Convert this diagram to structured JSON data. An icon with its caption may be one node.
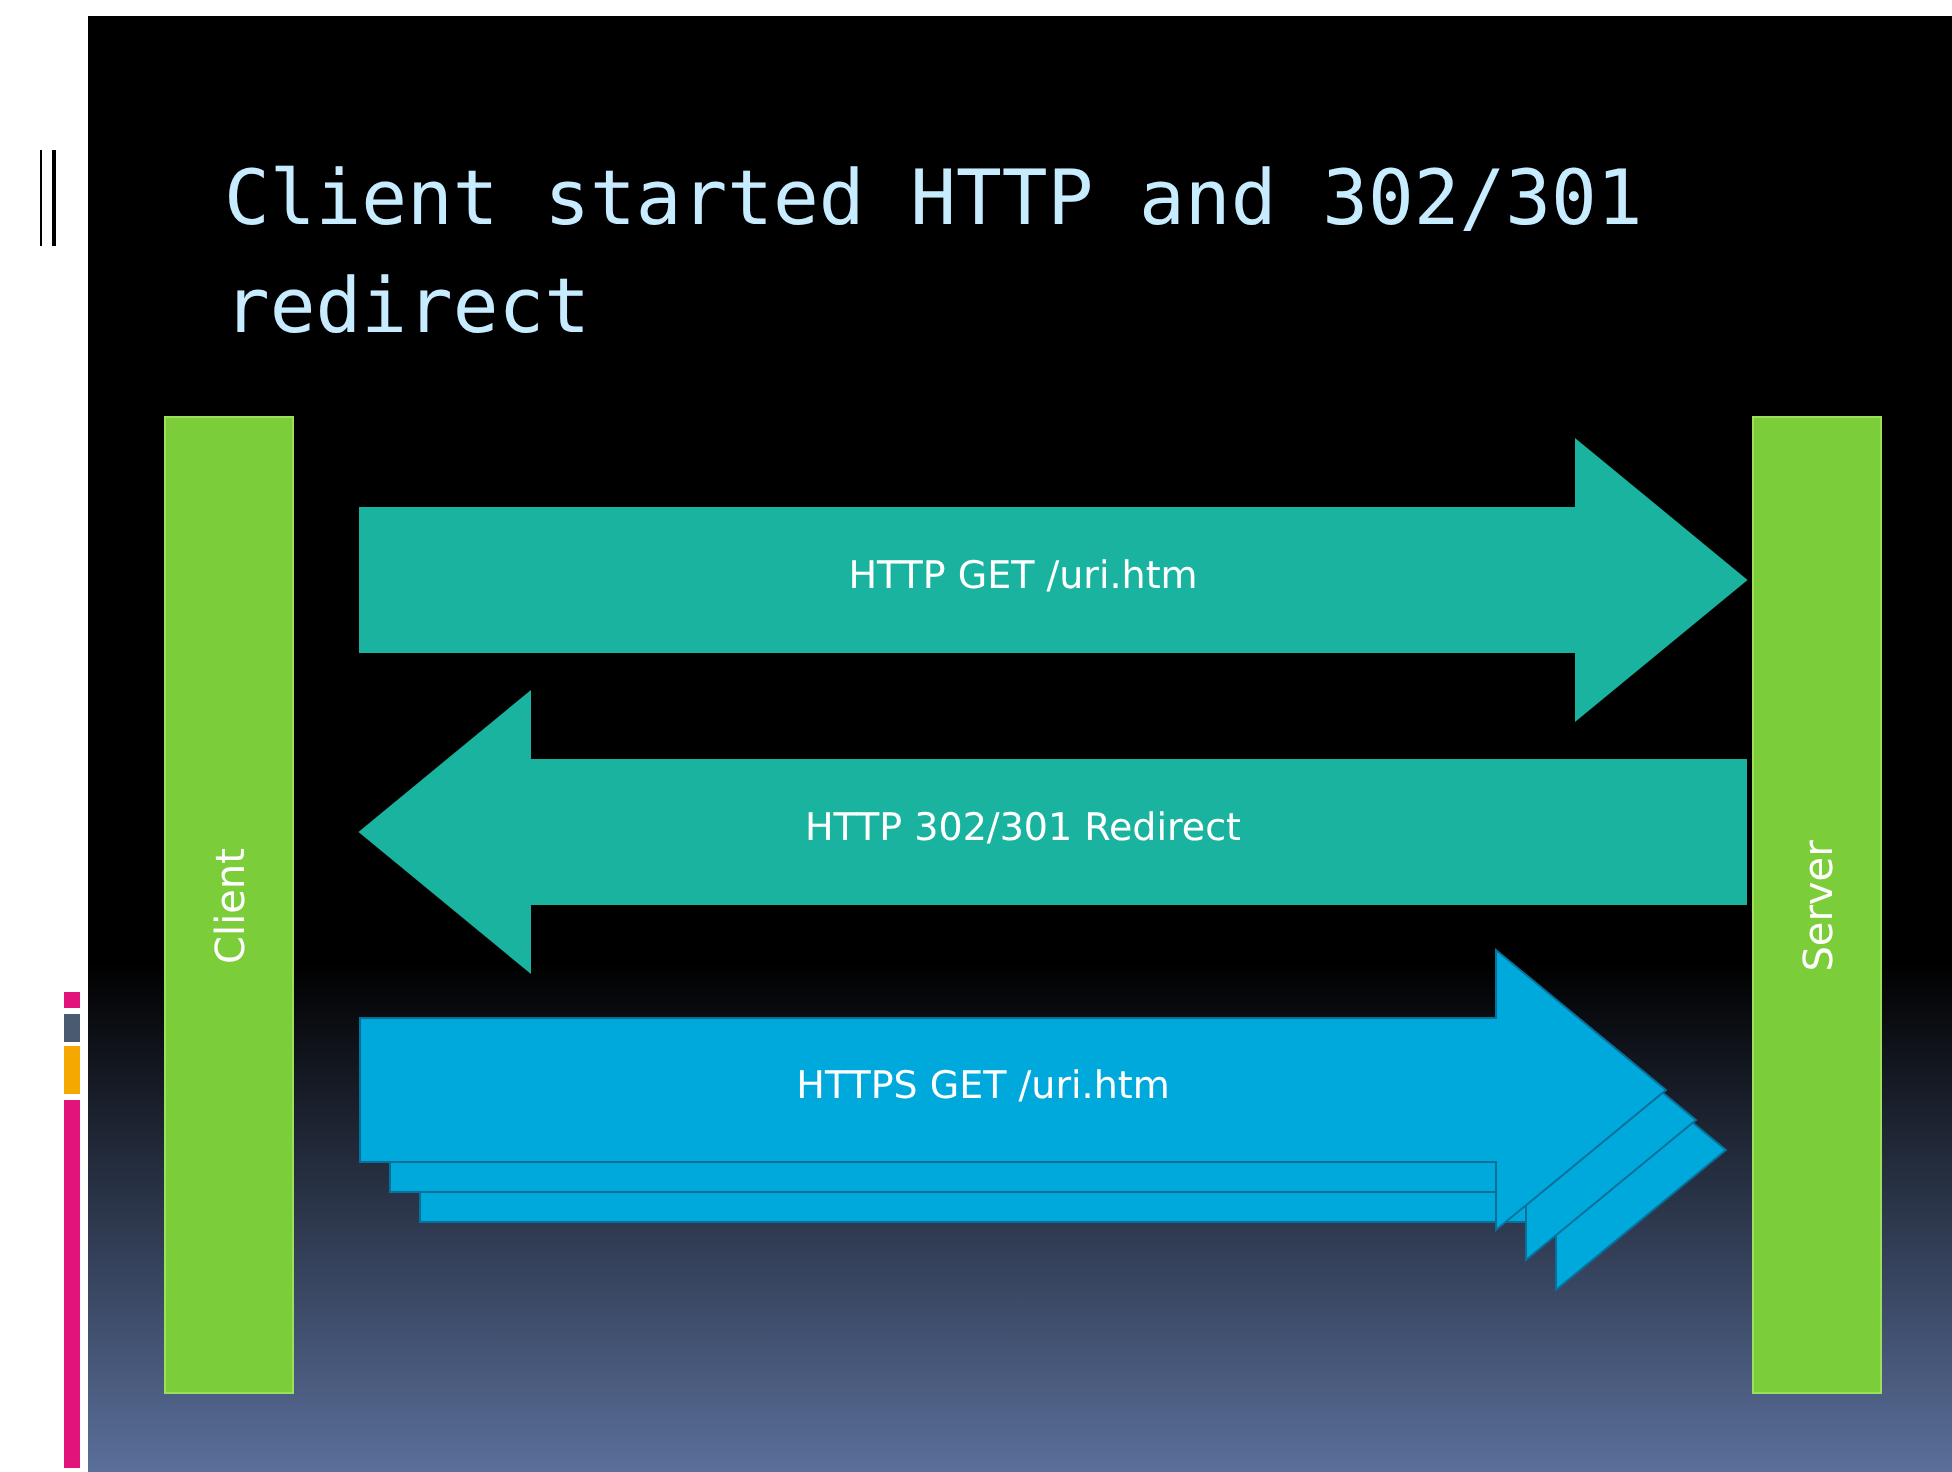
{
  "diagram": {
    "title": "Client started HTTP and 302/301 redirect",
    "nodes": [
      {
        "text": [
          "Client"
        ]
      },
      {
        "text": [
          "Server"
        ]
      }
    ],
    "edges": [
      {
        "from": 0,
        "to": 1,
        "arrow": "to",
        "label": "HTTP GET /uri.htm"
      },
      {
        "from": 1,
        "to": 0,
        "arrow": "to",
        "label": "HTTP 302/301 Redirect"
      },
      {
        "from": 0,
        "to": 1,
        "arrow": "to",
        "label": "HTTPS GET /uri.htm",
        "color": "#00a9dc"
      }
    ]
  }
}
